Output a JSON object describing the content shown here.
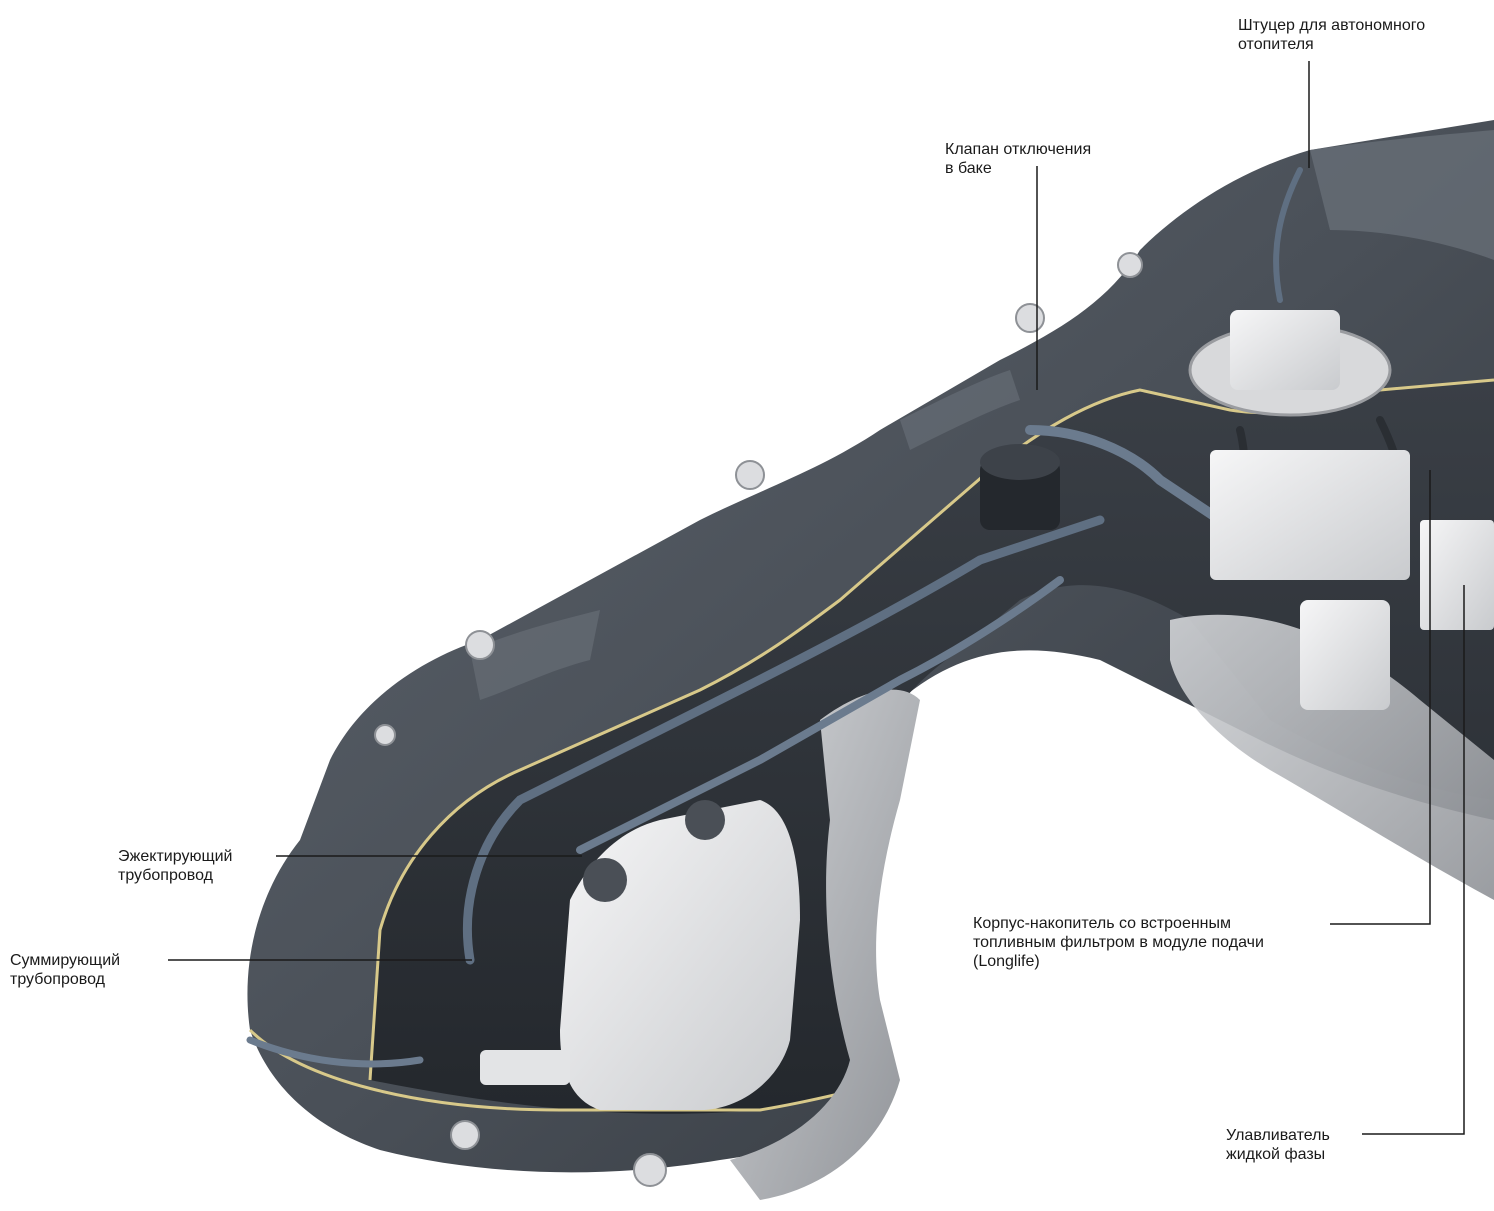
{
  "labels": {
    "heater_fitting": {
      "lines": [
        "Штуцер для автономного",
        "отопителя"
      ]
    },
    "shutoff_valve": {
      "lines": [
        "Клапан отключения",
        "в баке"
      ]
    },
    "ejector_pipe": {
      "lines": [
        "Эжектирующий",
        "трубопровод"
      ]
    },
    "summing_pipe": {
      "lines": [
        "Суммирующий",
        "трубопровод"
      ]
    },
    "reservoir_housing": {
      "lines": [
        "Корпус-накопитель со встроенным",
        "топливным фильтром в модуле подачи",
        "(Longlife)"
      ]
    },
    "liquid_trap": {
      "lines": [
        "Улавливатель",
        "жидкой фазы"
      ]
    }
  },
  "colors": {
    "tank_dark": "#3e444c",
    "tank_mid": "#565d66",
    "tank_light": "#7a818a",
    "cut_edge": "#d8c98a",
    "heat_shield": "#b9bbbe",
    "module_white": "#e9eaec",
    "pipe_blue": "#5f6f82",
    "leader_line": "#1a1a1a"
  }
}
